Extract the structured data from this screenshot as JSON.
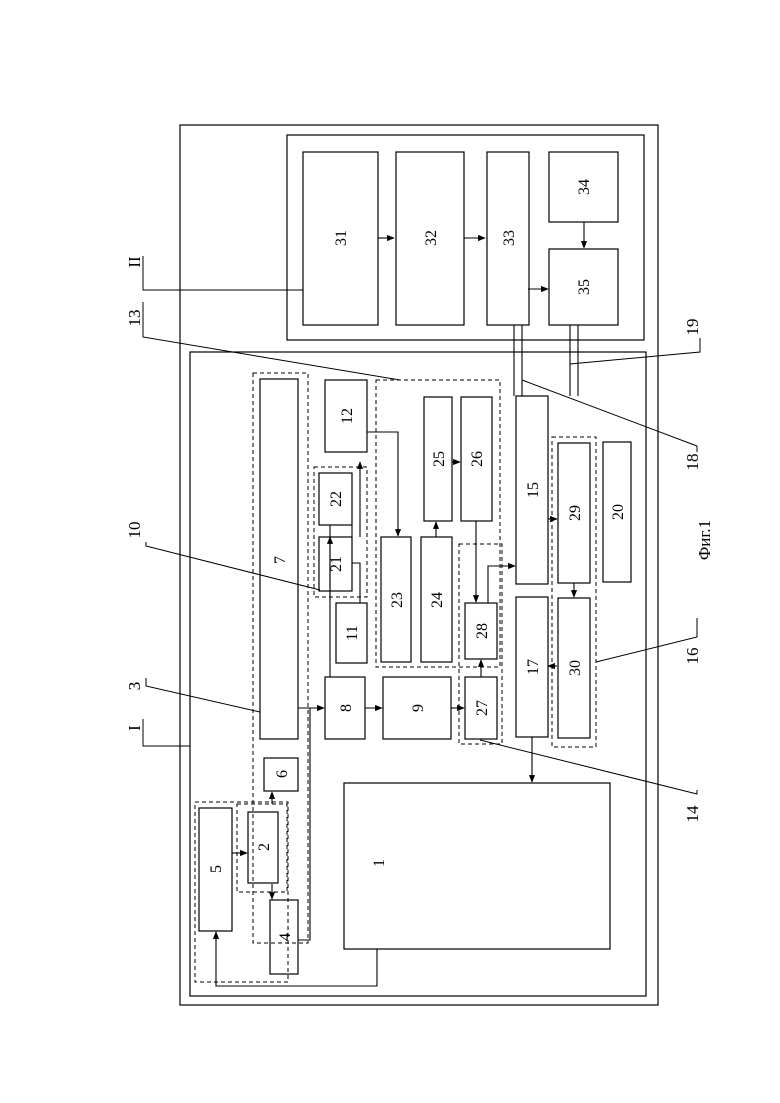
{
  "figure": {
    "caption": "Фиг.1",
    "frame_labels": {
      "outer": "I",
      "top": "II"
    },
    "block_labels": {
      "b1": "1",
      "b2": "2",
      "b4": "4",
      "b5": "5",
      "b6": "6",
      "b7": "7",
      "b8": "8",
      "b9": "9",
      "b11": "11",
      "b12": "12",
      "b15": "15",
      "b17": "17",
      "b20": "20",
      "b21": "21",
      "b22": "22",
      "b23": "23",
      "b24": "24",
      "b25": "25",
      "b26": "26",
      "b27": "27",
      "b28": "28",
      "b29": "29",
      "b30": "30",
      "b31": "31",
      "b32": "32",
      "b33": "33",
      "b34": "34",
      "b35": "35"
    },
    "callout_labels": {
      "c3": "3",
      "c10": "10",
      "c13": "13",
      "c14": "14",
      "c16": "16",
      "c18": "18",
      "c19": "19"
    }
  }
}
